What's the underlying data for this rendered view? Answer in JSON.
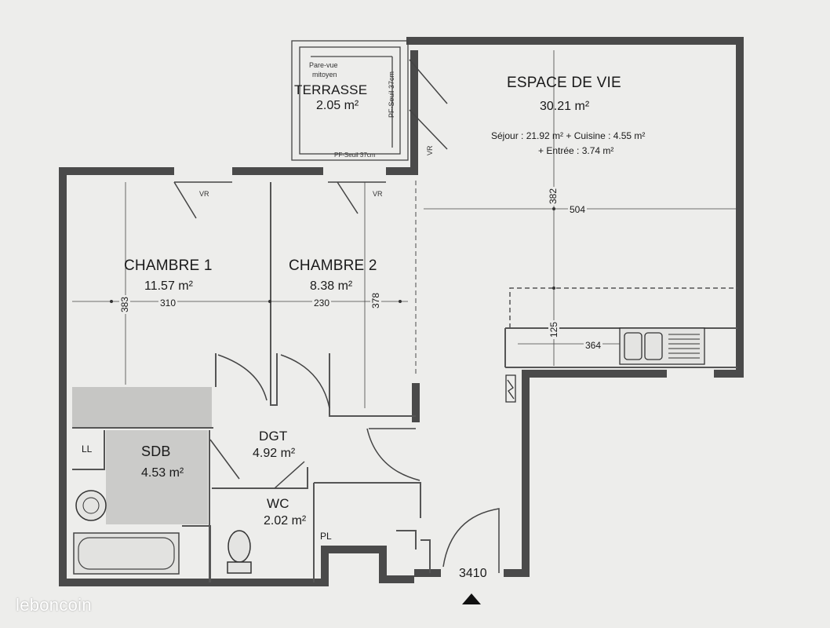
{
  "rooms": {
    "espace_de_vie": {
      "name": "ESPACE DE VIE",
      "area": "30.21 m²",
      "detail_1": "Séjour : 21.92 m² + Cuisine : 4.55 m²",
      "detail_2": "+ Entrée : 3.74 m²"
    },
    "terrasse": {
      "name": "TERRASSE",
      "area": "2.05 m²",
      "note_pare_vue": "Pare-vue",
      "note_mitoyen": "mitoyen",
      "seuil_right": "PF-Seuil 37cm",
      "seuil_bottom": "PF-Seuil 37cm"
    },
    "chambre_1": {
      "name": "CHAMBRE 1",
      "area": "11.57 m²"
    },
    "chambre_2": {
      "name": "CHAMBRE 2",
      "area": "8.38 m²"
    },
    "dgt": {
      "name": "DGT",
      "area": "4.92 m²"
    },
    "sdb": {
      "name": "SDB",
      "area": "4.53 m²"
    },
    "wc": {
      "name": "WC",
      "area": "2.02 m²"
    }
  },
  "labels": {
    "vr": "VR",
    "ll": "LL",
    "pl": "PL",
    "door_code": "3410"
  },
  "dimensions": {
    "ch1_width": "310",
    "ch1_height": "383",
    "ch2_width": "230",
    "ch2_height": "378",
    "living_width": "504",
    "living_height": "382",
    "kitchen_width": "364",
    "kitchen_depth": "125"
  },
  "branding": {
    "watermark": "leboncoin"
  },
  "colors": {
    "paper": "#ededeb",
    "wall": "#4a4a4a",
    "fill": "#c8c8c6",
    "line": "#555555"
  }
}
